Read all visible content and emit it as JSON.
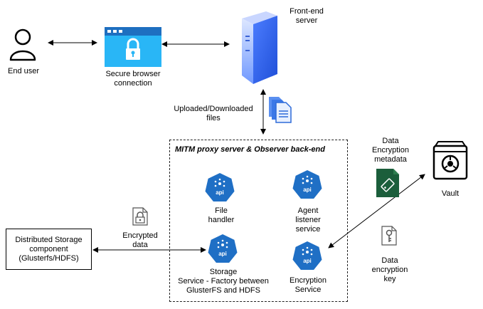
{
  "nodes": {
    "end_user": "End user",
    "secure_browser": [
      "Secure browser",
      "connection"
    ],
    "front_end": [
      "Front-end",
      "server"
    ],
    "uploaded_files": [
      "Uploaded/Downloaded",
      "files"
    ],
    "mitm_title": "MITM proxy server & Observer back-end",
    "api_badge": "api",
    "file_handler": [
      "File",
      "handler"
    ],
    "agent_listener": [
      "Agent",
      "listener",
      "service"
    ],
    "storage_service": [
      "Storage",
      "Service - Factory between",
      "GlusterFS and HDFS"
    ],
    "encryption_service": [
      "Encryption",
      "Service"
    ],
    "distributed_storage": [
      "Distributed Storage",
      "component",
      "(Glusterfs/HDFS)"
    ],
    "encrypted_data": [
      "Encrypted",
      "data"
    ],
    "data_encryption_metadata": [
      "Data",
      "Encryption",
      "metadata"
    ],
    "vault": "Vault",
    "data_encryption_key": [
      "Data",
      "encryption",
      "key"
    ]
  },
  "colors": {
    "api_fill": "#1f6fc5",
    "browser_top": "#1e88e5",
    "browser_body": "#29b6f6",
    "metadata_fill": "#1b5e3b"
  },
  "icons": [
    "user-icon",
    "secure-browser-icon",
    "server-icon",
    "documents-icon",
    "encrypted-lock-icon",
    "metadata-tag-icon",
    "vault-icon",
    "key-icon"
  ]
}
